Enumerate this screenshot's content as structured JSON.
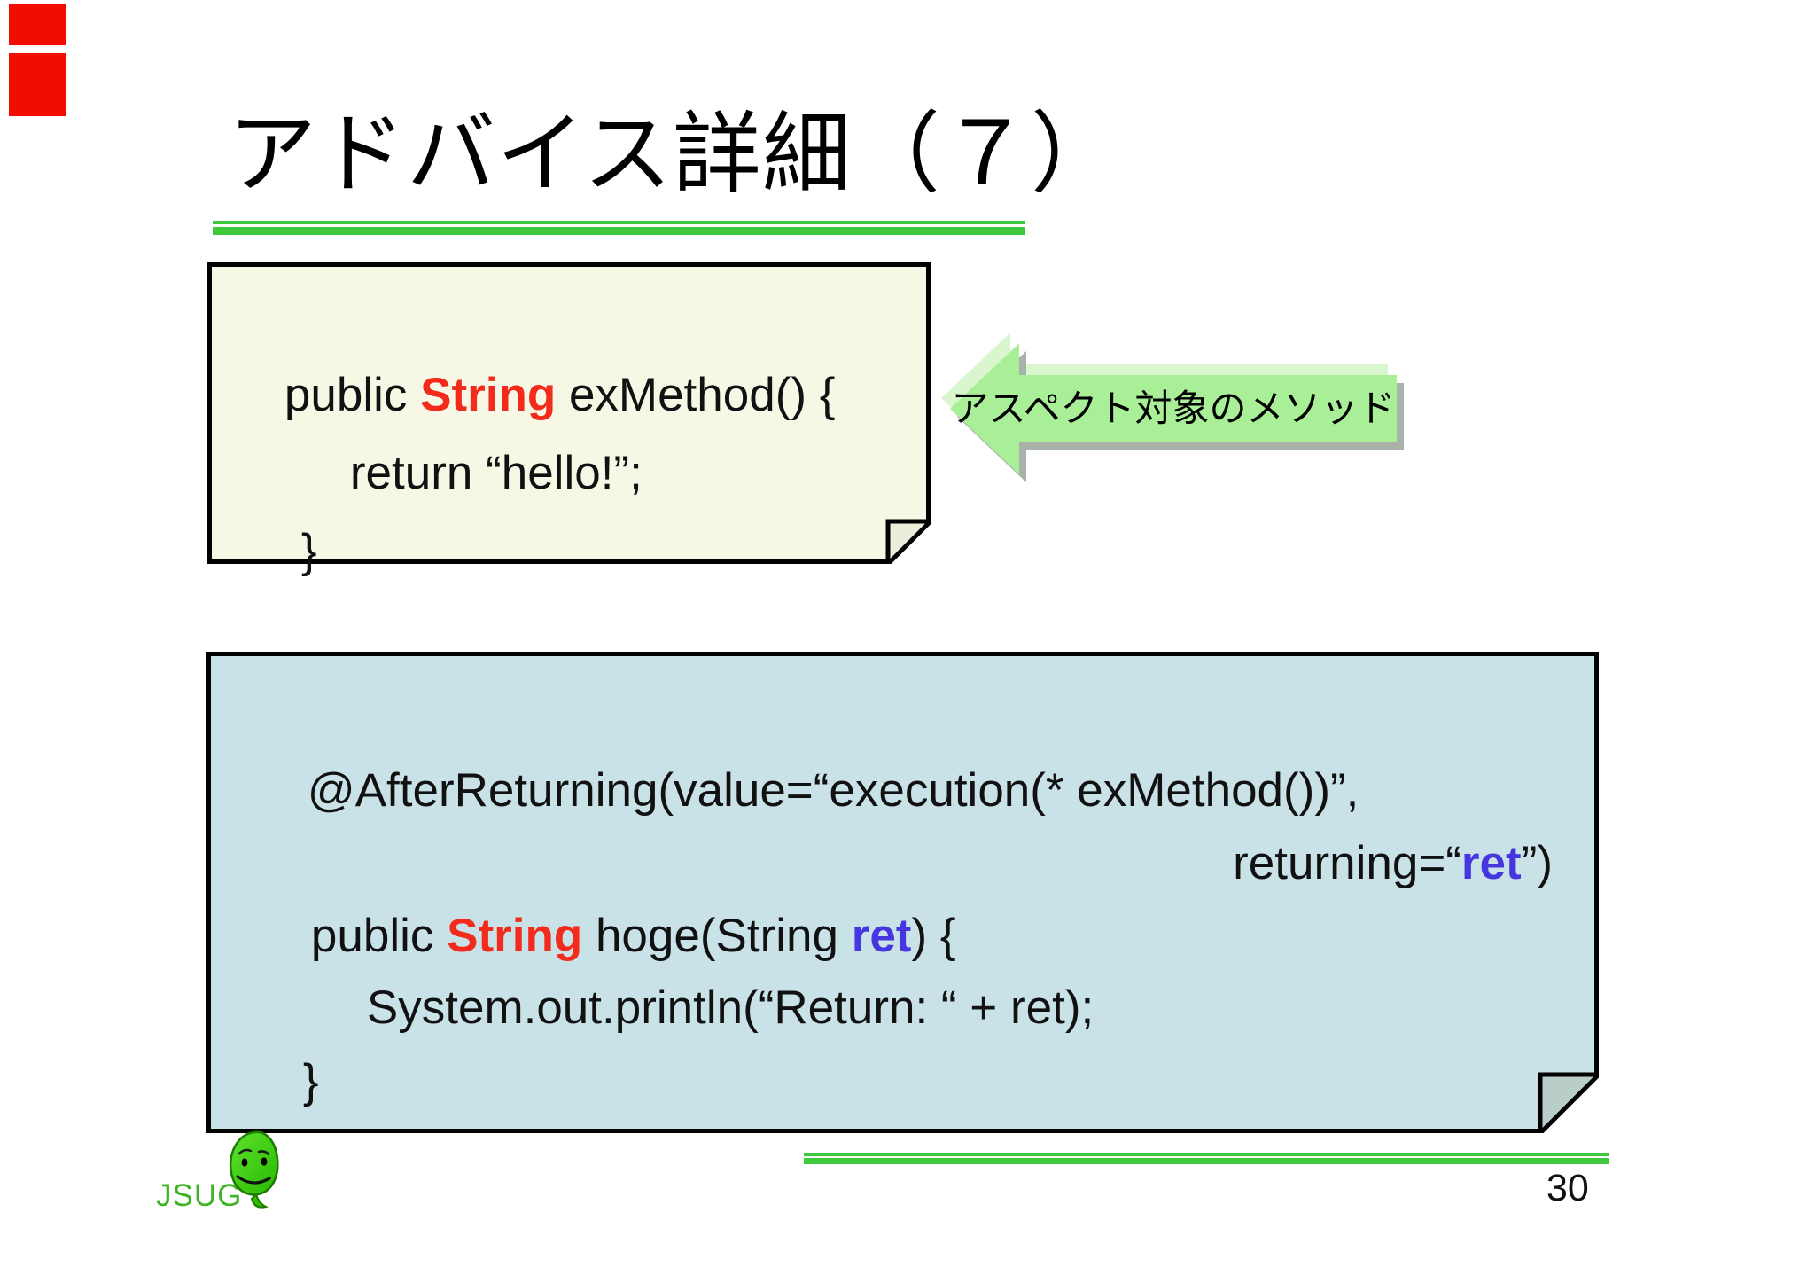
{
  "title": {
    "text": "アドバイス詳細（７）"
  },
  "callout": {
    "label": "アスペクト対象のメソッド"
  },
  "code_box_1": {
    "lines": [
      {
        "segments": [
          {
            "t": "public ",
            "style": "plain"
          },
          {
            "t": "String",
            "style": "red"
          },
          {
            "t": " exMethod() {",
            "style": "plain"
          }
        ]
      },
      {
        "segments": [
          {
            "t": "return “hello!”;",
            "style": "plain"
          }
        ]
      },
      {
        "segments": [
          {
            "t": "}",
            "style": "plain"
          }
        ]
      }
    ]
  },
  "code_box_2": {
    "lines": [
      {
        "segments": [
          {
            "t": "@AfterReturning(value=“execution(* exMethod())”,",
            "style": "plain"
          }
        ]
      },
      {
        "segments": [
          {
            "t": "returning=“",
            "style": "plain"
          },
          {
            "t": "ret",
            "style": "blue"
          },
          {
            "t": "”)",
            "style": "plain"
          }
        ]
      },
      {
        "segments": [
          {
            "t": "public ",
            "style": "plain"
          },
          {
            "t": "String",
            "style": "red"
          },
          {
            "t": " hoge(String ",
            "style": "plain"
          },
          {
            "t": "ret",
            "style": "blue"
          },
          {
            "t": ") {",
            "style": "plain"
          }
        ]
      },
      {
        "segments": [
          {
            "t": "System.out.println(“Return: “ + ret);",
            "style": "plain"
          }
        ]
      },
      {
        "segments": [
          {
            "t": "}",
            "style": "plain"
          }
        ]
      }
    ]
  },
  "footer": {
    "logo_text": "JSUG",
    "page_number": "30"
  },
  "icons": {
    "leaf_mascot": "leaf-mascot-icon",
    "callout_arrow": "left-arrow-callout"
  },
  "colors": {
    "keyword_red": "#f22b1c",
    "keyword_blue": "#4636e0",
    "rule_green": "#3dcb3d",
    "arrow_green": "#a9ef97",
    "box1_bg": "#f7f7e6",
    "box2_bg": "#c9e2e8",
    "red_bar": "#f10e00",
    "logo_green": "#3cb424"
  }
}
